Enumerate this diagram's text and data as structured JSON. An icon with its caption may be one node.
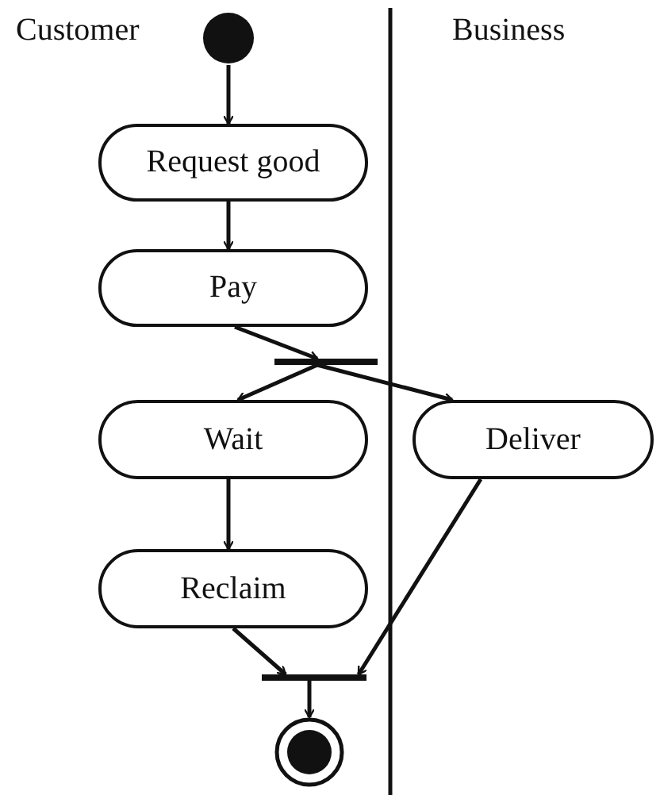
{
  "diagram": {
    "nodes": [
      {
        "text": [],
        "shape": "circle"
      },
      {
        "text": [
          "Request good"
        ]
      },
      {
        "text": [
          "Pay"
        ]
      },
      {
        "text": [],
        "shape": "bar"
      },
      {
        "text": [
          "Wait"
        ]
      },
      {
        "text": [
          "Deliver"
        ]
      },
      {
        "text": [
          "Reclaim"
        ]
      },
      {
        "text": [],
        "shape": "bar"
      },
      {
        "text": [],
        "shape": "circle"
      }
    ],
    "edges": [
      {
        "from": 0,
        "to": 1,
        "arrow": "to"
      },
      {
        "from": 1,
        "to": 2,
        "arrow": "to"
      },
      {
        "from": 2,
        "to": 3,
        "arrow": "to"
      },
      {
        "from": 3,
        "to": 4,
        "arrow": "to"
      },
      {
        "from": 3,
        "to": 5,
        "arrow": "to"
      },
      {
        "from": 4,
        "to": 6,
        "arrow": "to"
      },
      {
        "from": 6,
        "to": 7,
        "arrow": "to"
      },
      {
        "from": 5,
        "to": 7,
        "arrow": "to"
      },
      {
        "from": 7,
        "to": 8,
        "arrow": "to"
      }
    ],
    "labels": [
      "Customer",
      "Business"
    ]
  }
}
